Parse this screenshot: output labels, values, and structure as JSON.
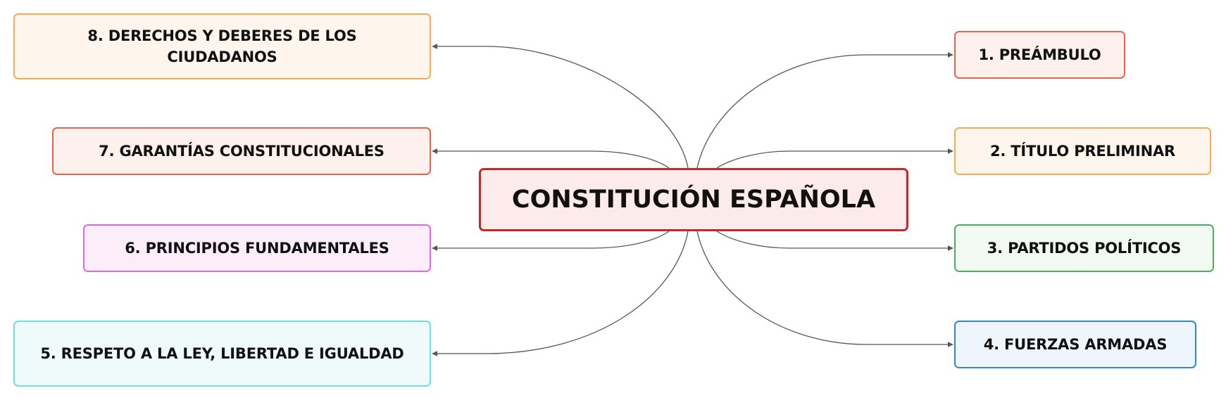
{
  "central": {
    "label": "CONSTITUCIÓN ESPAÑOLA",
    "border_color": "#c62828",
    "fill_color": "#fdeaea"
  },
  "branches": [
    {
      "id": "preambulo",
      "label": "1. PREÁMBULO",
      "border_color": "#e5644f",
      "fill_color": "#fdf0ed"
    },
    {
      "id": "titulo-preliminar",
      "label": "2. TÍTULO PRELIMINAR",
      "border_color": "#f2ad56",
      "fill_color": "#fef6ec"
    },
    {
      "id": "partidos-politicos",
      "label": "3. PARTIDOS POLÍTICOS",
      "border_color": "#4caf60",
      "fill_color": "#f1f9f2"
    },
    {
      "id": "fuerzas-armadas",
      "label": "4. FUERZAS ARMADAS",
      "border_color": "#2f86d6",
      "fill_color": "#eef5fc"
    },
    {
      "id": "respeto-ley",
      "label": "5. RESPETO A LA LEY, LIBERTAD E IGUALDAD",
      "border_color": "#6ee0e0",
      "fill_color": "#effbfb"
    },
    {
      "id": "principios-fundamentales",
      "label": "6. PRINCIPIOS FUNDAMENTALES",
      "border_color": "#e069e0",
      "fill_color": "#fcedfb"
    },
    {
      "id": "garantias-constitucionales",
      "label": "7. GARANTÍAS CONSTITUCIONALES",
      "border_color": "#e5644f",
      "fill_color": "#fdf0ed"
    },
    {
      "id": "derechos-deberes",
      "label": "8. DERECHOS Y DEBERES DE LOS CIUDADANOS",
      "border_color": "#f2ad56",
      "fill_color": "#fef6ec"
    }
  ],
  "connector_color": "#555555"
}
